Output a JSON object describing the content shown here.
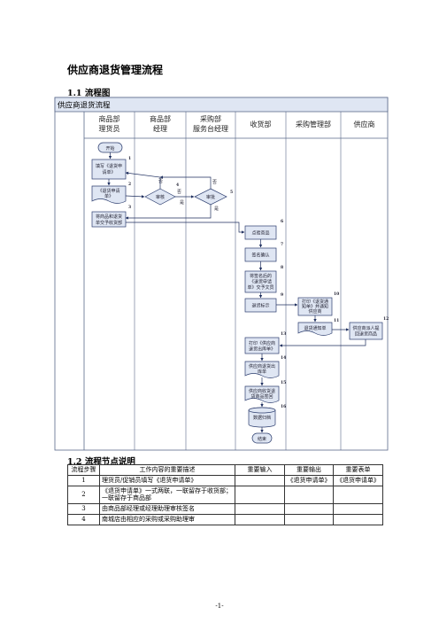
{
  "doc_title": "供应商退货管理流程",
  "section1_heading": "1.1 流程图",
  "section2_heading": "1.2 流程节点说明",
  "chart": {
    "title": "供应商退货流程",
    "lanes": [
      {
        "line1": "商品部",
        "line2": "理货员"
      },
      {
        "line1": "商品部",
        "line2": "经理"
      },
      {
        "line1": "采购部",
        "line2": "服务台经理"
      },
      {
        "line1": "收货部",
        "line2": ""
      },
      {
        "line1": "采购管理部",
        "line2": ""
      },
      {
        "line1": "供应商",
        "line2": ""
      }
    ],
    "nodes": {
      "start": "开始",
      "n1_a": "填写《退货申",
      "n1_b": "请单》",
      "n2_a": "《退货申请",
      "n2_b": "单》",
      "n3_a": "将商品和退货",
      "n3_b": "单交予收货部",
      "d1": "审核",
      "d2": "审批",
      "n6": "点验商品",
      "n7": "签名确认",
      "n8_a": "将签名后的",
      "n8_b": "《退货申请",
      "n8_c": "单》交予文员",
      "n9": "退货标示",
      "n10_a": "打印《退货通",
      "n10_b": "知单》并通知",
      "n10_c": "供应商",
      "n11": "退货通知单",
      "n12_a": "供应商派人提",
      "n12_b": "回退货商品",
      "n13_a": "打印《供应商",
      "n13_b": "退货出库单》",
      "n14_a": "供应商退货出",
      "n14_b": "库单",
      "n15_a": "供应商收货退",
      "n15_b": "货商品签回",
      "n16": "数据归档",
      "end": "结束",
      "yes": "是",
      "no": "否"
    },
    "step_numbers": [
      "1",
      "2",
      "3",
      "4",
      "5",
      "6",
      "7",
      "8",
      "9",
      "10",
      "11",
      "12",
      "13",
      "14",
      "15",
      "16"
    ]
  },
  "table": {
    "headers": [
      "流程步骤",
      "工作内容的重要描述",
      "重要输入",
      "重要输出",
      "重要表单"
    ],
    "rows": [
      {
        "step": "1",
        "desc": "理货员/促销员填写《退货申请单》",
        "input": "",
        "output": "《退货申请单》",
        "form": "《退货申请单》"
      },
      {
        "step": "2",
        "desc": "《退货申请单》一式两联，一联留存于收货部；一联留存于商品部",
        "input": "",
        "output": "",
        "form": ""
      },
      {
        "step": "3",
        "desc": "由商品部经理或经理助理审核签名",
        "input": "",
        "output": "",
        "form": ""
      },
      {
        "step": "4",
        "desc": "南城店由相应的采购或采购助理审",
        "input": "",
        "output": "",
        "form": ""
      }
    ]
  },
  "page_number": "-1-"
}
